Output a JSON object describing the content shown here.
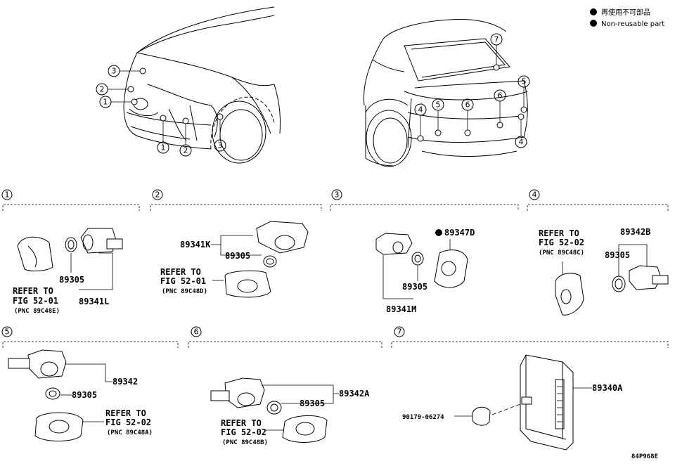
{
  "legend": {
    "jp": "再使用不可部品",
    "en": "Non-reusable part"
  },
  "diagram_id": "84P968E",
  "sections": [
    {
      "num": "1",
      "labels": {
        "seal": "89305",
        "sensor": "89341L",
        "ref1": "REFER TO",
        "ref2": "FIG 52-01",
        "ref3": "(PNC 89C48E)"
      }
    },
    {
      "num": "2",
      "labels": {
        "sensor": "89341K",
        "seal": "89305",
        "ref1": "REFER TO",
        "ref2": "FIG 52-01",
        "ref3": "(PNC 89C48D)"
      }
    },
    {
      "num": "3",
      "labels": {
        "sensor": "89341M",
        "seal": "89305",
        "cover": "89347D"
      }
    },
    {
      "num": "4",
      "labels": {
        "sensor": "89342B",
        "seal": "89305",
        "ref1": "REFER TO",
        "ref2": "FIG 52-02",
        "ref3": "(PNC 89C48C)"
      }
    },
    {
      "num": "5",
      "labels": {
        "sensor": "89342",
        "seal": "89305",
        "ref1": "REFER TO",
        "ref2": "FIG 52-02",
        "ref3": "(PNC 89C48A)"
      }
    },
    {
      "num": "6",
      "labels": {
        "sensor": "89342A",
        "seal": "89305",
        "ref1": "REFER TO",
        "ref2": "FIG 52-02",
        "ref3": "(PNC 89C48B)"
      }
    },
    {
      "num": "7",
      "labels": {
        "ecu": "89340A",
        "bolt": "90179-06274"
      }
    }
  ]
}
